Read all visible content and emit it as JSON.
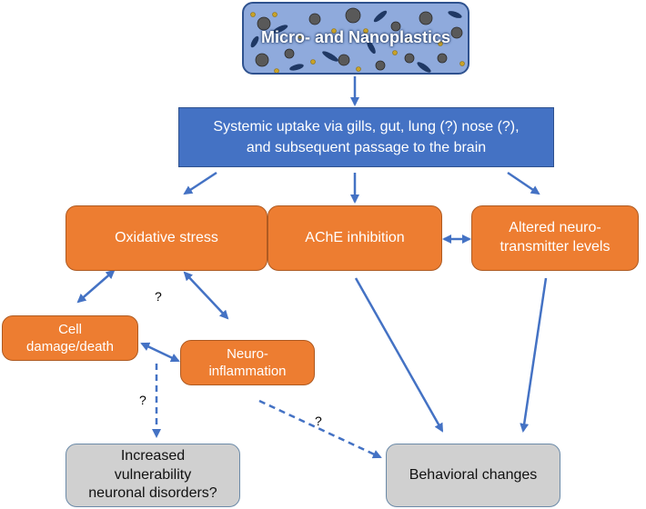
{
  "top_box": {
    "label": "Micro- and Nanoplastics"
  },
  "uptake_box": {
    "line1": "Systemic uptake via gills, gut, lung (?) nose (?),",
    "line2": "and subsequent passage to the brain"
  },
  "oxidative_stress": {
    "label": "Oxidative stress"
  },
  "ache_inhibition": {
    "label": "AChE inhibition"
  },
  "altered_neurotransmitter": {
    "line1": "Altered neuro-",
    "line2": "transmitter levels"
  },
  "cell_damage": {
    "line1": "Cell",
    "line2": "damage/death"
  },
  "neuroinflammation": {
    "line1": "Neuro-",
    "line2": "inflammation"
  },
  "vulnerability": {
    "line1": "Increased",
    "line2": "vulnerability",
    "line3": "neuronal disorders?"
  },
  "behavioral_changes": {
    "label": "Behavioral changes"
  },
  "question_marks": {
    "oxidative_to_neuro": "?",
    "cell_to_vulnerability": "?",
    "inflammation_to_behavior": "?"
  },
  "colors": {
    "orange": "#ed7d31",
    "blue": "#4472c4",
    "light_blue": "#8faadc",
    "gray": "#d0d0d0",
    "arrow": "#4472c4"
  }
}
